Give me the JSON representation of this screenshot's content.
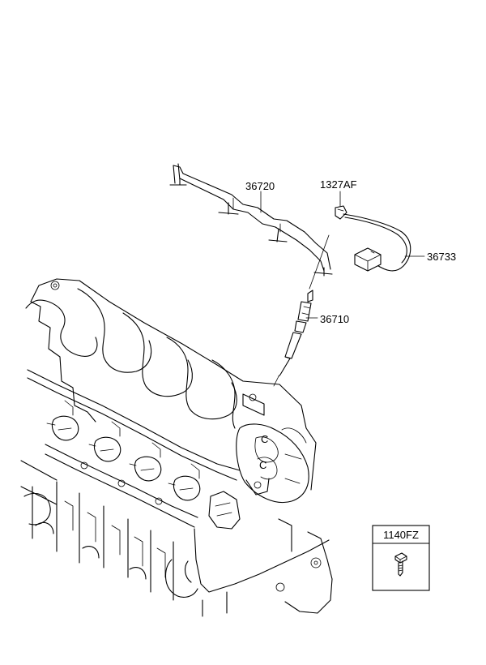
{
  "diagram": {
    "callouts": [
      {
        "id": "harness",
        "part_no": "36720"
      },
      {
        "id": "clip",
        "part_no": "1327AF"
      },
      {
        "id": "sensor_cable",
        "part_no": "36733"
      },
      {
        "id": "glow_plug",
        "part_no": "36710"
      }
    ],
    "legend_box": {
      "part_no": "1140FZ",
      "icon": "bolt-icon"
    }
  }
}
